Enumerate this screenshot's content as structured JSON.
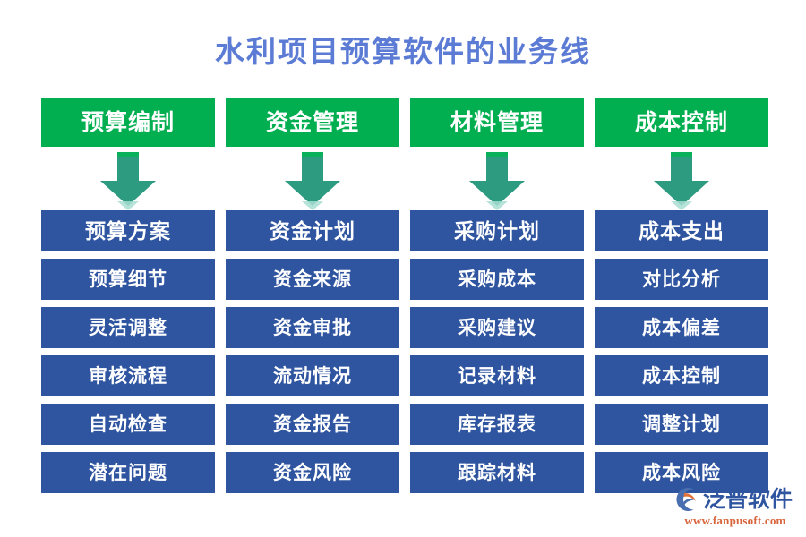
{
  "page": {
    "title": "水利项目预算软件的业务线",
    "background_color": "#ffffff",
    "title_color": "#5b7bd5",
    "header_color": "#01af50",
    "item_color": "#2f55a0",
    "arrow_color": "#2d9b7f"
  },
  "columns": [
    {
      "header": "预算编制",
      "arrow_icon": "down-arrow-icon",
      "items": [
        "预算方案",
        "预算细节",
        "灵活调整",
        "审核流程",
        "自动检查",
        "潜在问题"
      ]
    },
    {
      "header": "资金管理",
      "arrow_icon": "down-arrow-icon",
      "items": [
        "资金计划",
        "资金来源",
        "资金审批",
        "流动情况",
        "资金报告",
        "资金风险"
      ]
    },
    {
      "header": "材料管理",
      "arrow_icon": "down-arrow-icon",
      "items": [
        "采购计划",
        "采购成本",
        "采购建议",
        "记录材料",
        "库存报表",
        "跟踪材料"
      ]
    },
    {
      "header": "成本控制",
      "arrow_icon": "down-arrow-icon",
      "items": [
        "成本支出",
        "对比分析",
        "成本偏差",
        "成本控制",
        "调整计划",
        "成本风险"
      ]
    }
  ],
  "logo": {
    "icon": "fanpu-swoosh-logo-icon",
    "name": "泛普软件",
    "url": "www.fanpusoft.com",
    "name_color": "#2f55a0",
    "url_color": "#d8643c"
  }
}
